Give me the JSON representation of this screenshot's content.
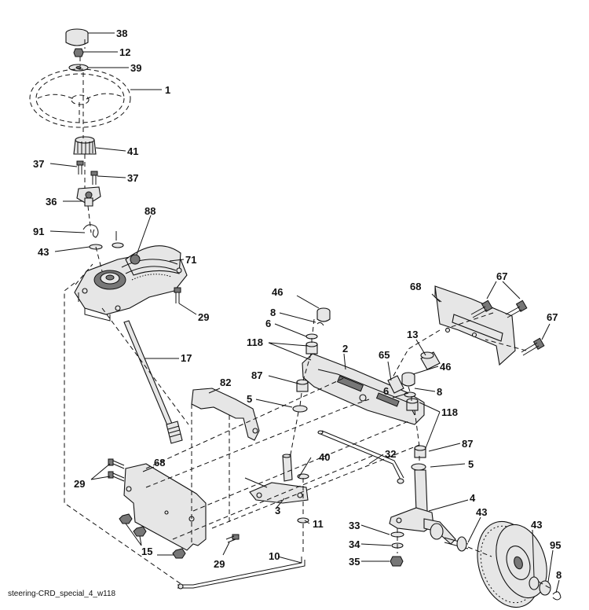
{
  "caption": "steering-CRD_special_4_w118",
  "callouts": {
    "38": "38",
    "12": "12",
    "39": "39",
    "1": "1",
    "41": "41",
    "37a": "37",
    "37b": "37",
    "36": "36",
    "88": "88",
    "91": "91",
    "43a": "43",
    "71": "71",
    "29a": "29",
    "17": "17",
    "46a": "46",
    "8a": "8",
    "6a": "6",
    "118a": "118",
    "87a": "87",
    "5a": "5",
    "2": "2",
    "65": "65",
    "13": "13",
    "46b": "46",
    "6b": "6",
    "8b": "8",
    "118b": "118",
    "87b": "87",
    "5b": "5",
    "68a": "68",
    "67a": "67",
    "67b": "67",
    "82": "82",
    "68b": "68",
    "29b": "29",
    "15": "15",
    "29c": "29",
    "40": "40",
    "32": "32",
    "3": "3",
    "11": "11",
    "10": "10",
    "4": "4",
    "43b": "43",
    "43c": "43",
    "95": "95",
    "8c": "8",
    "33": "33",
    "34": "34",
    "35": "35"
  }
}
